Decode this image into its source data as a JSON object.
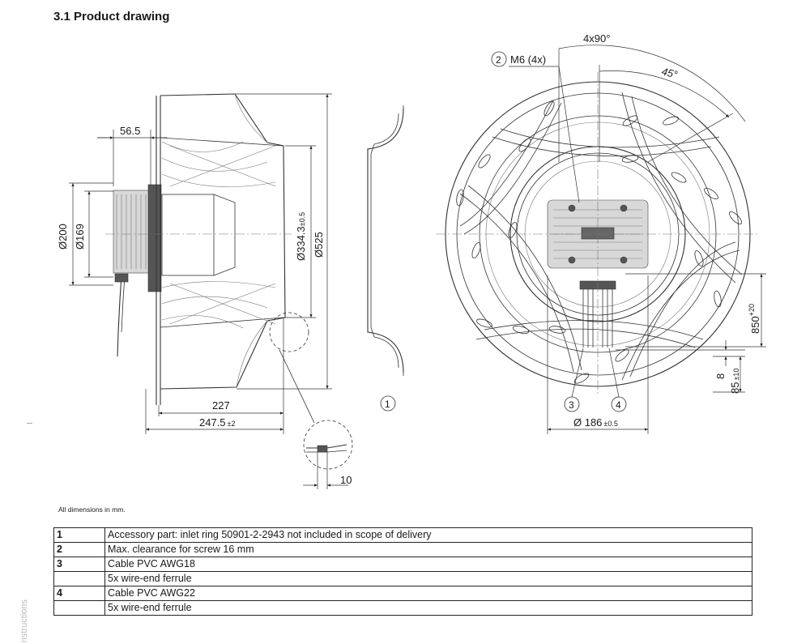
{
  "section_title": "3.1 Product drawing",
  "side_text": "nstructions",
  "dimensions_note": "All dimensions in mm.",
  "labels": {
    "d56_5": "56.5",
    "d200": "Ø200",
    "d169": "Ø169",
    "d334": "Ø334.3",
    "d334_tol": "±0.5",
    "d525": "Ø525",
    "d227": "227",
    "d247": "247.5",
    "d247_tol": "±2",
    "d10": "10",
    "angle4x90": "4x90°",
    "angle45": "45°",
    "m6": "M6 (4x)",
    "d186": "Ø 186",
    "d186_tol": "±0.5",
    "d850": "850",
    "d850_tol": "+20",
    "d8": "8",
    "d85": "85",
    "d85_tol": "±10",
    "callout_1": "1",
    "callout_2": "2",
    "callout_3": "3",
    "callout_4": "4"
  },
  "legend": [
    {
      "num": "1",
      "text": "Accessory part: inlet ring 50901-2-2943 not included in scope of delivery"
    },
    {
      "num": "2",
      "text": "Max. clearance for screw 16 mm"
    },
    {
      "num": "3",
      "text": "Cable PVC AWG18"
    },
    {
      "num": "",
      "text": "5x wire-end ferrule"
    },
    {
      "num": "4",
      "text": "Cable PVC AWG22"
    },
    {
      "num": "",
      "text": "5x wire-end ferrule"
    }
  ]
}
